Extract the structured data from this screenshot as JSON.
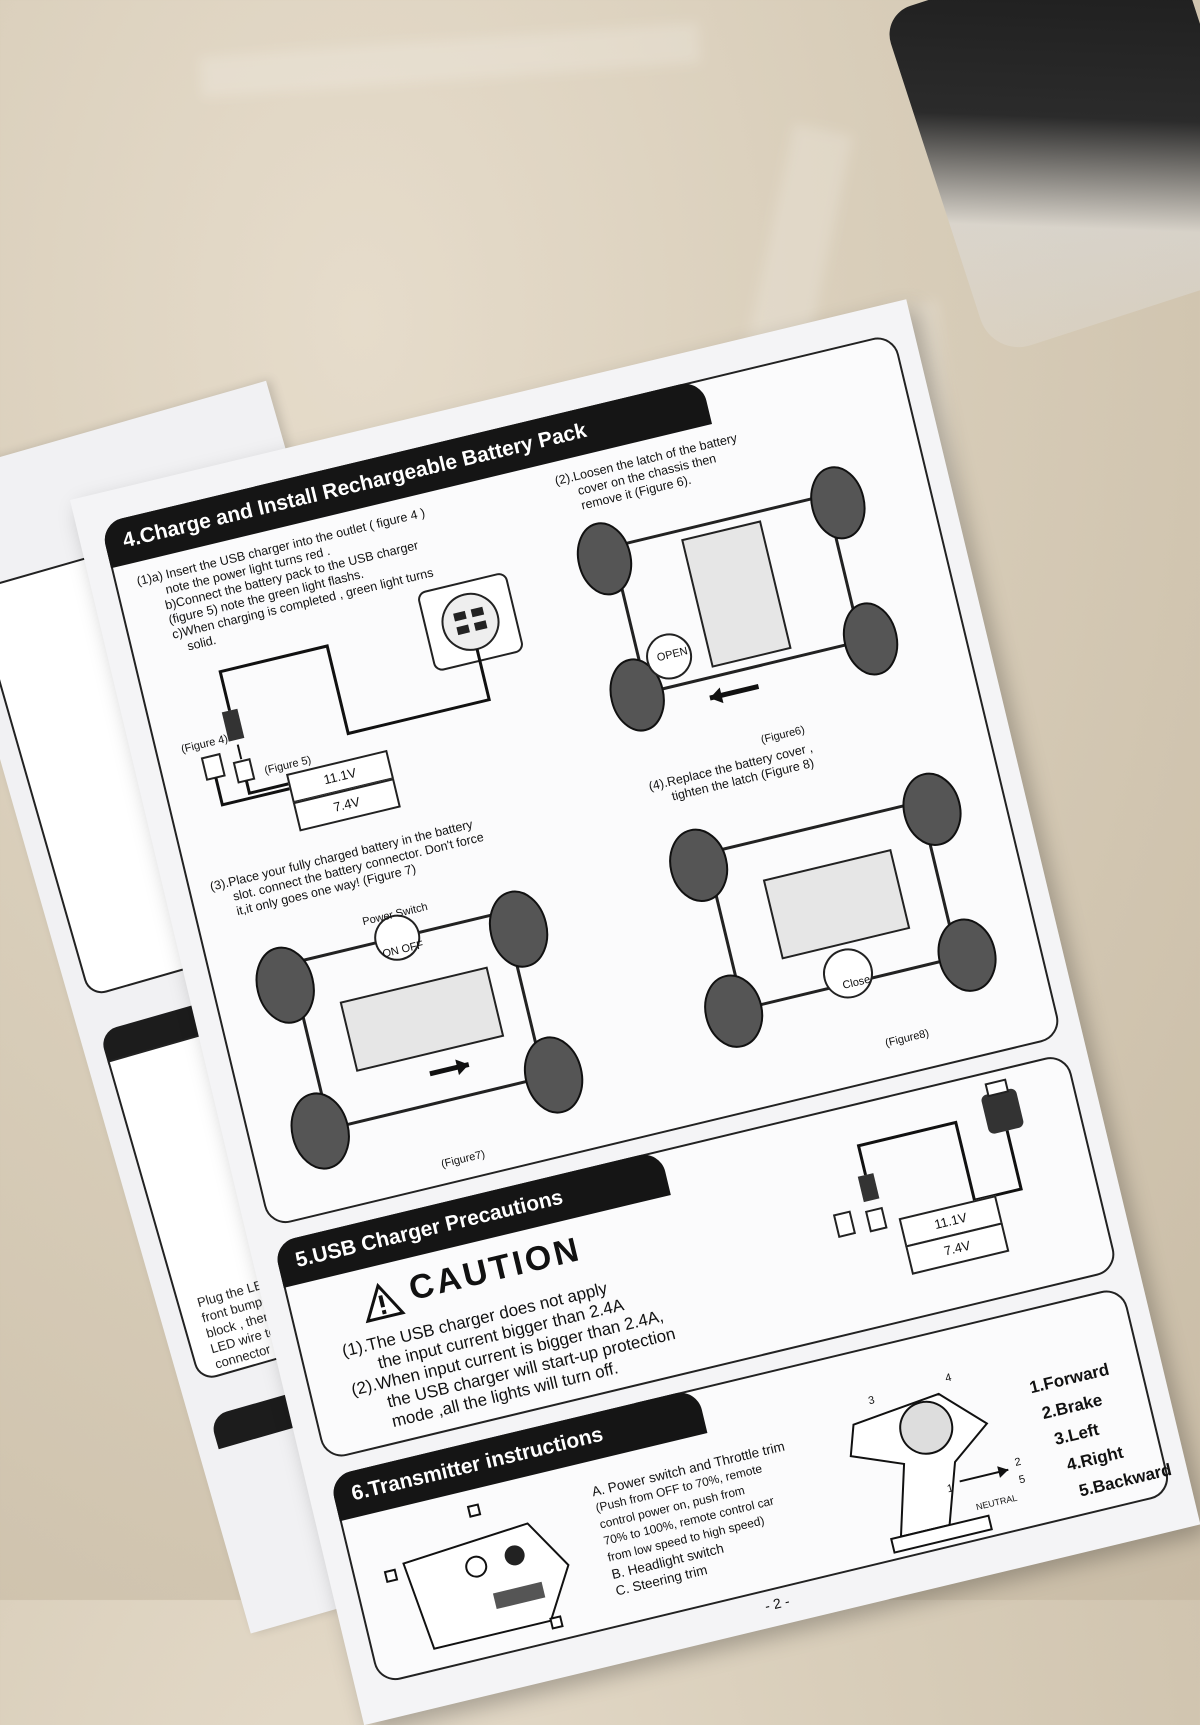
{
  "section4": {
    "title": "4.Charge and Install Rechargeable Battery Pack",
    "step1": [
      "(1)a) Insert the USB charger into the outlet ( figure 4 )",
      "note the power light turns red .",
      "b)Connect the battery pack to the USB charger",
      "(figure 5) note the green light flashs.",
      "c)When charging is completed , green light turns",
      "solid."
    ],
    "step2": [
      "(2).Loosen the latch of the battery",
      "cover on the chassis then",
      "remove it (Figure 6)."
    ],
    "step3": [
      "(3).Place your fully charged battery in the battery",
      "slot. connect the battery connector. Don't force",
      "it,it only goes one way! (Figure 7)"
    ],
    "step4": [
      "(4).Replace the battery cover ,",
      "tighten the latch (Figure 8)"
    ],
    "fig4": "(Figure 4)",
    "fig5": "(Figure 5)",
    "fig6": "(Figure6)",
    "fig7": "(Figure7)",
    "fig8": "(Figure8)",
    "battery_a": "11.1V",
    "battery_b": "7.4V",
    "open_label": "OPEN",
    "close_label": "Close",
    "power_switch": "Power Switch",
    "on_off": "ON  OFF"
  },
  "section5": {
    "title": "5.USB Charger Precautions",
    "caution": "CAUTION",
    "lines": [
      "(1).The USB  charger does not apply",
      "the input current bigger than 2.4A",
      "(2).When input current is bigger than 2.4A,",
      "the USB charger will start-up protection",
      "mode ,all the lights will turn off."
    ],
    "battery_a": "11.1V",
    "battery_b": "7.4V"
  },
  "section6": {
    "title": "6.Transmitter instructions",
    "a_title": "A. Power switch and Throttle trim",
    "a_lines": [
      "(Push from OFF to 70%, remote",
      "control power on, push from",
      "70% to 100%, remote control car",
      "from low speed to high speed)"
    ],
    "b": "B. Headlight switch",
    "c": "C. Steering trim",
    "legend": [
      "1.Forward",
      "2.Brake",
      "3.Left",
      "4.Right",
      "5.Backward"
    ],
    "neutral": "NEUTRAL",
    "num3": "3",
    "num4": "4",
    "num1": "1",
    "num2": "2",
    "num5": "5"
  },
  "page_number": "- 2 -",
  "left_page": {
    "lines": [
      "Plug the LED into the",
      "front bumper",
      "block , then connect the",
      "LED wire to the",
      "connector on the ESC."
    ]
  }
}
